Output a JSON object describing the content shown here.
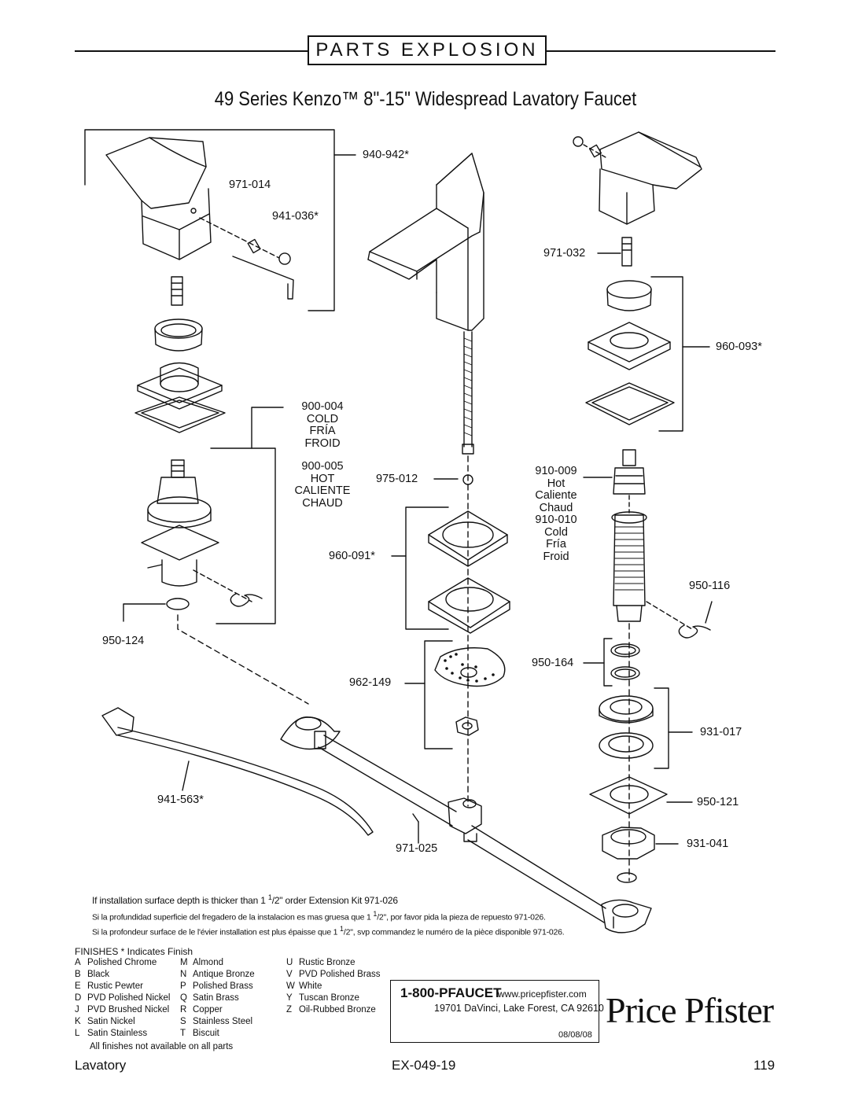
{
  "header": {
    "title": "PARTS EXPLOSION",
    "subtitle": "49 Series Kenzo™  8\"-15\" Widespread Lavatory Faucet"
  },
  "parts": {
    "p940_942": "940-942*",
    "p971_014": "971-014",
    "p941_036": "941-036*",
    "p971_032": "971-032",
    "p960_093": "960-093*",
    "p900_004": "900-004",
    "p900_004_l1": "COLD",
    "p900_004_l2": "FRÍA",
    "p900_004_l3": "FROID",
    "p900_005": "900-005",
    "p900_005_l1": "HOT",
    "p900_005_l2": "CALIENTE",
    "p900_005_l3": "CHAUD",
    "p975_012": "975-012",
    "p910_009": "910-009",
    "p910_009_l1": "Hot",
    "p910_009_l2": "Caliente",
    "p910_009_l3": "Chaud",
    "p910_010": "910-010",
    "p910_010_l1": "Cold",
    "p910_010_l2": "Fría",
    "p910_010_l3": "Froid",
    "p960_091": "960-091*",
    "p950_116": "950-116",
    "p950_124": "950-124",
    "p950_164": "950-164",
    "p962_149": "962-149",
    "p931_017": "931-017",
    "p941_563": "941-563*",
    "p950_121": "950-121",
    "p931_041": "931-041",
    "p971_025": "971-025"
  },
  "notes": {
    "en_a": "If installation surface depth is thicker than 1 ",
    "en_sup": "1",
    "en_b": "/2\" order Extension Kit 971-026",
    "es_a": "Si la profundidad superficie del fregadero de la instalacion es mas gruesa que 1 ",
    "es_sup": "1",
    "es_b": "/2\", por favor pida la pieza de repuesto 971-026.",
    "fr_a": "Si la profondeur surface de le l'évier installation est plus épaisse que 1 ",
    "fr_sup": "1",
    "fr_b": "/2\", svp commandez le numéro de la pièce disponible 971-026."
  },
  "finishes": {
    "title": "FINISHES * Indicates Finish",
    "col1": [
      {
        "code": "A",
        "name": "Polished Chrome"
      },
      {
        "code": "B",
        "name": "Black"
      },
      {
        "code": "E",
        "name": "Rustic Pewter"
      },
      {
        "code": "D",
        "name": "PVD Polished Nickel"
      },
      {
        "code": "J",
        "name": "PVD Brushed Nickel"
      },
      {
        "code": "K",
        "name": "Satin Nickel"
      },
      {
        "code": "L",
        "name": "Satin Stainless"
      }
    ],
    "col2": [
      {
        "code": "M",
        "name": "Almond"
      },
      {
        "code": "N",
        "name": "Antique Bronze"
      },
      {
        "code": "P",
        "name": "Polished Brass"
      },
      {
        "code": "Q",
        "name": "Satin Brass"
      },
      {
        "code": "R",
        "name": "Copper"
      },
      {
        "code": "S",
        "name": "Stainless Steel"
      },
      {
        "code": "T",
        "name": "Biscuit"
      }
    ],
    "col3": [
      {
        "code": "U",
        "name": "Rustic Bronze"
      },
      {
        "code": "V",
        "name": "PVD Polished Brass"
      },
      {
        "code": "W",
        "name": "White"
      },
      {
        "code": "Y",
        "name": "Tuscan Bronze"
      },
      {
        "code": "Z",
        "name": "Oil-Rubbed Bronze"
      }
    ],
    "note": "All finishes not available on all parts"
  },
  "contact": {
    "phone": "1-800-PFAUCET",
    "web": "www.pricepfister.com",
    "address": "19701 DaVinci, Lake Forest, CA  92610",
    "date": "08/08/08",
    "logo": "Price Pfister"
  },
  "footer": {
    "left": "Lavatory",
    "center": "EX-049-19",
    "right": "119"
  }
}
